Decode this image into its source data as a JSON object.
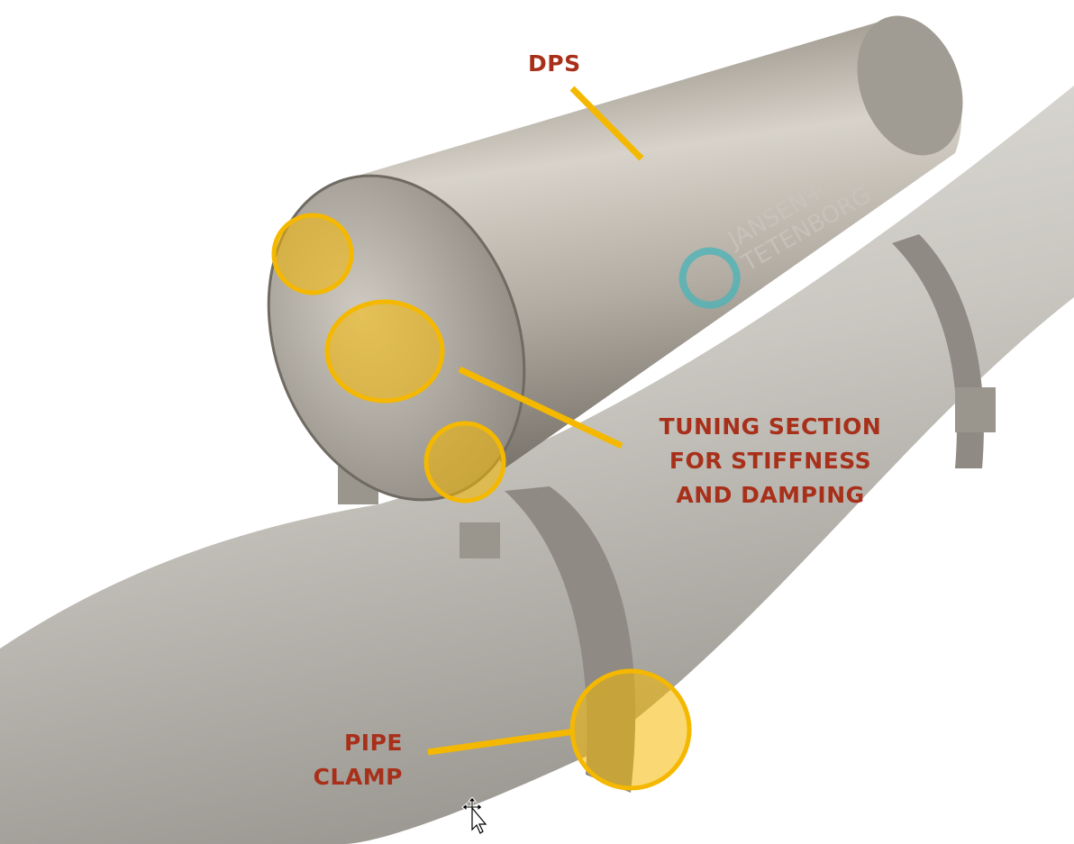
{
  "labels": {
    "dps": "DPS",
    "tuning_section": [
      "TUNING SECTION",
      "FOR STIFFNESS",
      "AND DAMPING"
    ],
    "pipe_clamp": [
      "PIPE",
      "CLAMP"
    ]
  },
  "logo": {
    "line1": "JANSEN+",
    "line2": "TETENBORG"
  },
  "colors": {
    "label_text": "#a8301a",
    "highlight": "#f5b800",
    "logo_accent": "#4fb3b8"
  }
}
